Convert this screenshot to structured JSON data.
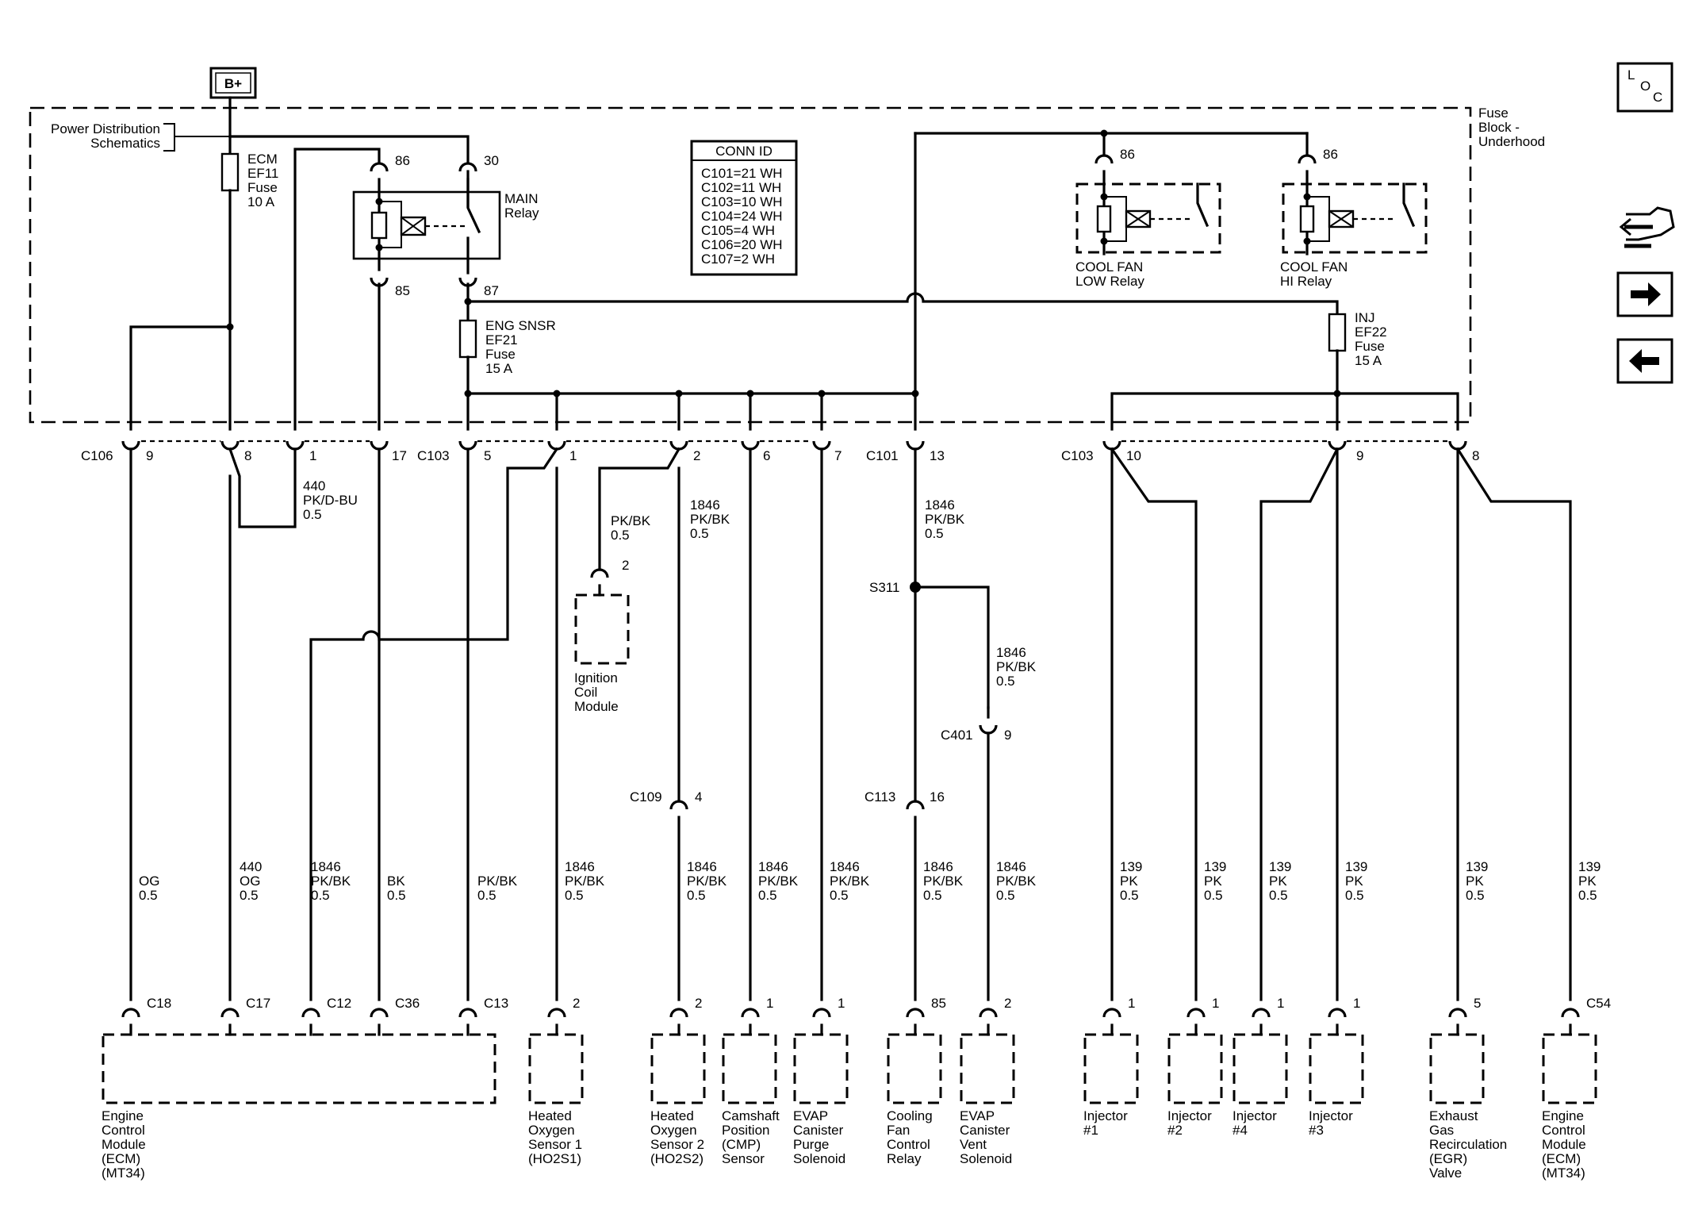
{
  "power_source": "B+",
  "loc_button": {
    "l": "L",
    "o": "O",
    "c": "C"
  },
  "power_distribution_ref": [
    "Power Distribution",
    "Schematics"
  ],
  "fuse_block_label": [
    "Fuse",
    "Block -",
    "Underhood"
  ],
  "fuses": {
    "ecm": [
      "ECM",
      "EF11",
      "Fuse",
      "10 A"
    ],
    "eng_snsr": [
      "ENG SNSR",
      "EF21",
      "Fuse",
      "15 A"
    ],
    "inj": [
      "INJ",
      "EF22",
      "Fuse",
      "15 A"
    ]
  },
  "relays": {
    "main": {
      "label": [
        "MAIN",
        "Relay"
      ],
      "pins": {
        "p86": "86",
        "p30": "30",
        "p85": "85",
        "p87": "87"
      }
    },
    "fan_low": {
      "label": [
        "COOL FAN",
        "LOW Relay"
      ],
      "pin": "86"
    },
    "fan_hi": {
      "label": [
        "COOL FAN",
        "HI Relay"
      ],
      "pin": "86"
    }
  },
  "conn_id": {
    "title": "CONN ID",
    "rows": [
      "C101=21 WH",
      "C102=11 WH",
      "C103=10 WH",
      "C104=24 WH",
      "C105=4 WH",
      "C106=20 WH",
      "C107=2 WH"
    ]
  },
  "upper_connectors": {
    "c106": "C106",
    "c103a": "C103",
    "c101": "C101",
    "c103b": "C103",
    "pins": {
      "p9a": "9",
      "p8a": "8",
      "p1a": "1",
      "p17": "17",
      "p5": "5",
      "p1b": "1",
      "p2": "2",
      "p6": "6",
      "p7": "7",
      "p13": "13",
      "p10": "10",
      "p9b": "9",
      "p8b": "8"
    }
  },
  "mid_wires": {
    "w440": [
      "440",
      "PK/D-BU",
      "0.5"
    ],
    "ign_feed": [
      "PK/BK",
      "0.5"
    ],
    "ign_pin": "2",
    "w2_1846": [
      "1846",
      "PK/BK",
      "0.5"
    ],
    "w13_1846": [
      "1846",
      "PK/BK",
      "0.5"
    ],
    "splice": "S311",
    "w_s311": [
      "1846",
      "PK/BK",
      "0.5"
    ],
    "c401": "C401",
    "c401_pin": "9",
    "c109": "C109",
    "c109_pin": "4",
    "c113": "C113",
    "c113_pin": "16"
  },
  "ignition_coil": [
    "Ignition",
    "Coil",
    "Module"
  ],
  "wire_labels": [
    [
      "OG",
      "0.5"
    ],
    [
      "440",
      "OG",
      "0.5"
    ],
    [
      "1846",
      "PK/BK",
      "0.5"
    ],
    [
      "BK",
      "0.5"
    ],
    [
      "PK/BK",
      "0.5"
    ],
    [
      "1846",
      "PK/BK",
      "0.5"
    ],
    [
      "1846",
      "PK/BK",
      "0.5"
    ],
    [
      "1846",
      "PK/BK",
      "0.5"
    ],
    [
      "1846",
      "PK/BK",
      "0.5"
    ],
    [
      "1846",
      "PK/BK",
      "0.5"
    ],
    [
      "1846",
      "PK/BK",
      "0.5"
    ],
    [
      "139",
      "PK",
      "0.5"
    ],
    [
      "139",
      "PK",
      "0.5"
    ],
    [
      "139",
      "PK",
      "0.5"
    ],
    [
      "139",
      "PK",
      "0.5"
    ],
    [
      "139",
      "PK",
      "0.5"
    ],
    [
      "139",
      "PK",
      "0.5"
    ]
  ],
  "bottom_pins": [
    "C18",
    "C17",
    "C12",
    "C36",
    "C13",
    "2",
    "2",
    "1",
    "1",
    "85",
    "2",
    "1",
    "1",
    "1",
    "1",
    "5",
    "C54"
  ],
  "components": {
    "ecm": [
      "Engine",
      "Control",
      "Module",
      "(ECM)",
      "(MT34)"
    ],
    "ho2s1": [
      "Heated",
      "Oxygen",
      "Sensor 1",
      "(HO2S1)"
    ],
    "ho2s2": [
      "Heated",
      "Oxygen",
      "Sensor 2",
      "(HO2S2)"
    ],
    "cmp": [
      "Camshaft",
      "Position",
      "(CMP)",
      "Sensor"
    ],
    "evap_purge": [
      "EVAP",
      "Canister",
      "Purge",
      "Solenoid"
    ],
    "fan_relay": [
      "Cooling",
      "Fan",
      "Control",
      "Relay"
    ],
    "evap_vent": [
      "EVAP",
      "Canister",
      "Vent",
      "Solenoid"
    ],
    "inj1": [
      "Injector",
      "#1"
    ],
    "inj2": [
      "Injector",
      "#2"
    ],
    "inj4": [
      "Injector",
      "#4"
    ],
    "inj3": [
      "Injector",
      "#3"
    ],
    "egr": [
      "Exhaust",
      "Gas",
      "Recirculation",
      "(EGR)",
      "Valve"
    ],
    "ecm2": [
      "Engine",
      "Control",
      "Module",
      "(ECM)",
      "(MT34)"
    ]
  },
  "nav_icons": [
    "wiring-harness-icon",
    "arrow-right-icon",
    "arrow-left-icon"
  ]
}
